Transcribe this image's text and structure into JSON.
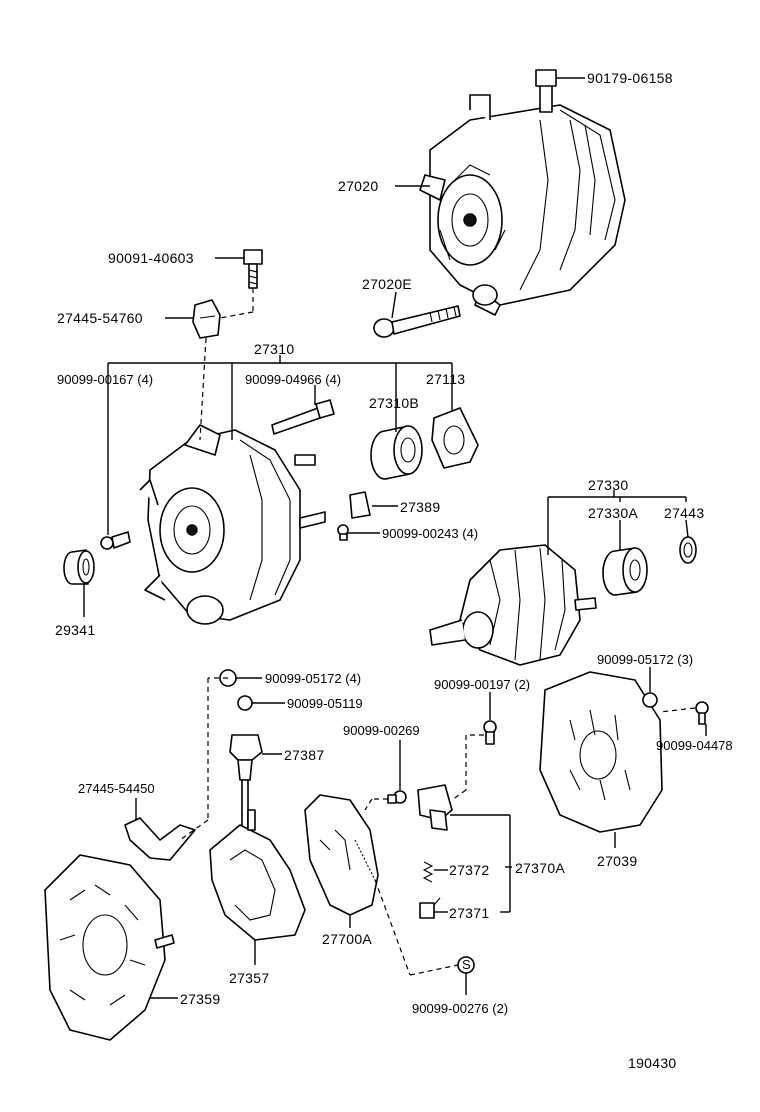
{
  "labels": {
    "p90179_06158": "90179-06158",
    "p27020": "27020",
    "p90091_40603": "90091-40603",
    "p27020E": "27020E",
    "p27445_54760": "27445-54760",
    "p27310": "27310",
    "p90099_00167": "90099-00167 (4)",
    "p90099_04966": "90099-04966 (4)",
    "p27113": "27113",
    "p27310B": "27310B",
    "p27389": "27389",
    "p90099_00243": "90099-00243 (4)",
    "p27330": "27330",
    "p27330A": "27330A",
    "p27443": "27443",
    "p29341": "29341",
    "p90099_05172_4": "90099-05172 (4)",
    "p90099_05119": "90099-05119",
    "p90099_00197": "90099-00197 (2)",
    "p90099_05172_3": "90099-05172 (3)",
    "p90099_00269": "90099-00269",
    "p90099_04478": "90099-04478",
    "p27387": "27387",
    "p27445_54450": "27445-54450",
    "p27372": "27372",
    "p27370A": "27370A",
    "p27039": "27039",
    "p27371": "27371",
    "p27700A": "27700A",
    "p27357": "27357",
    "p27359": "27359",
    "p90099_00276": "90099-00276 (2)",
    "diagram_number": "190430"
  }
}
